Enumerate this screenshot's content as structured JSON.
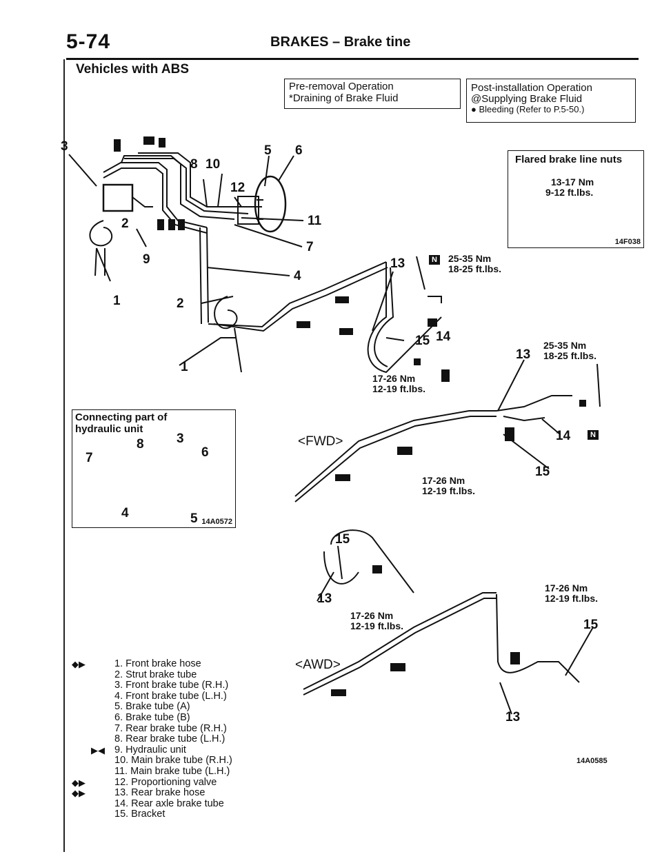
{
  "header": {
    "page_number": "5-74",
    "title": "BRAKES – Brake tine"
  },
  "subtitle": "Vehicles with ABS",
  "pre_removal": {
    "heading": "Pre-removal Operation",
    "item": "*Draining of Brake Fluid"
  },
  "post_installation": {
    "heading": "Post-installation Operation",
    "item1": "@Supplying Brake Fluid",
    "item2": "● Bleeding (Refer to P.5-50.)"
  },
  "flared_box": {
    "title": "Flared brake line nuts",
    "torque_nm": "13-17 Nm",
    "torque_ftlbs": "9-12 ft.lbs.",
    "code": "14F038"
  },
  "connecting_box": {
    "title_line1": "Connecting part of",
    "title_line2": "hydraulic unit",
    "code": "14A0572"
  },
  "callouts": [
    "3",
    "8",
    "10",
    "5",
    "6",
    "12",
    "2",
    "11",
    "7",
    "9",
    "4",
    "1",
    "2",
    "1",
    "13",
    "14",
    "15",
    "13",
    "14",
    "15",
    "15",
    "13",
    "15",
    "13",
    "3",
    "8",
    "6",
    "7",
    "4",
    "5"
  ],
  "torques": {
    "t1_nm": "25-35 Nm",
    "t1_ft": "18-25 ft.lbs.",
    "t2_nm": "25-35 Nm",
    "t2_ft": "18-25 ft.lbs.",
    "t3_nm": "17-26 Nm",
    "t3_ft": "12-19 ft.lbs.",
    "t4_nm": "17-26 Nm",
    "t4_ft": "12-19 ft.lbs.",
    "t5_nm": "17-26 Nm",
    "t5_ft": "12-19 ft.lbs.",
    "t6_nm": "17-26 Nm",
    "t6_ft": "12-19 ft.lbs."
  },
  "marks": {
    "n": "N"
  },
  "views": {
    "fwd": "<FWD>",
    "awd": "<AWD>"
  },
  "diagram_code": "14A0585",
  "legend": [
    {
      "sym": "◆▶",
      "text": "1. Front brake hose"
    },
    {
      "sym": "",
      "text": "2. Strut brake tube"
    },
    {
      "sym": "",
      "text": "3. Front brake tube (R.H.)"
    },
    {
      "sym": "",
      "text": "4. Front brake tube (L.H.)"
    },
    {
      "sym": "",
      "text": "5. Brake tube (A)"
    },
    {
      "sym": "",
      "text": "6. Brake tube (B)"
    },
    {
      "sym": "",
      "text": "7. Rear brake tube (R.H.)"
    },
    {
      "sym": "",
      "text": "8. Rear brake tube (L.H.)"
    },
    {
      "sym": "▶◀",
      "text": "9. Hydraulic unit"
    },
    {
      "sym": "",
      "text": "10. Main brake tube (R.H.)"
    },
    {
      "sym": "",
      "text": "11. Main brake tube (L.H.)"
    },
    {
      "sym": "◆▶",
      "text": "12. Proportioning valve"
    },
    {
      "sym": "◆▶",
      "text": "13. Rear brake hose"
    },
    {
      "sym": "",
      "text": "14. Rear axle brake tube"
    },
    {
      "sym": "",
      "text": "15. Bracket"
    }
  ]
}
